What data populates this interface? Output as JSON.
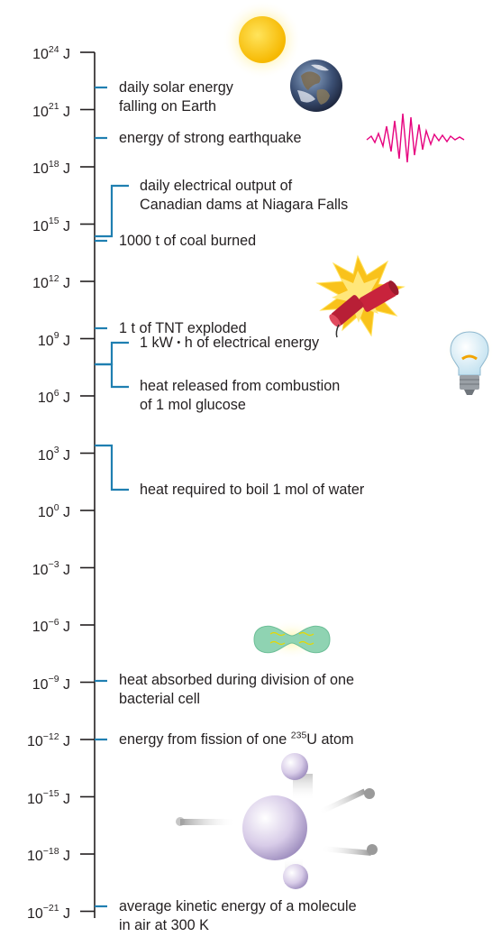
{
  "scale": {
    "unit": "J",
    "exponents": [
      "24",
      "21",
      "18",
      "15",
      "12",
      "9",
      "6",
      "3",
      "0",
      "−3",
      "−6",
      "−9",
      "−12",
      "−15",
      "−18",
      "−21"
    ]
  },
  "annotations": {
    "solar": [
      "daily solar energy",
      "falling on Earth"
    ],
    "earthquake": "energy of strong earthquake",
    "niagara": [
      "daily electrical output of",
      "Canadian dams at Niagara Falls"
    ],
    "coal": "1000 t of coal burned",
    "tnt": "1 t of TNT exploded",
    "kwh": {
      "pre": "1 kW",
      "dot": "•",
      "post": "h of electrical energy"
    },
    "glucose": [
      "heat released from combustion",
      "of 1 mol glucose"
    ],
    "boil": "heat required to boil 1 mol of water",
    "bacterial": [
      "heat absorbed during division of one",
      "bacterial cell"
    ],
    "fission": {
      "pre": "energy from fission of one",
      "sup": "235",
      "post": "U atom"
    },
    "molecule": [
      "average kinetic energy of a molecule",
      "in air at 300 K"
    ]
  },
  "colors": {
    "axis": "#231f20",
    "bracket": "#1f7fb1",
    "seismo": "#e6007e",
    "sun": "#ffd21a",
    "dynamite": "#c8233c",
    "blast": "#f9c21b",
    "cell": "#8fd3b2",
    "nucleus": "#c8b8e0"
  },
  "icons": [
    "sun-icon",
    "earth-icon",
    "seismogram-icon",
    "dynamite-explosion-icon",
    "light-bulb-icon",
    "dividing-bacterium-icon",
    "uranium-fission-icon"
  ]
}
